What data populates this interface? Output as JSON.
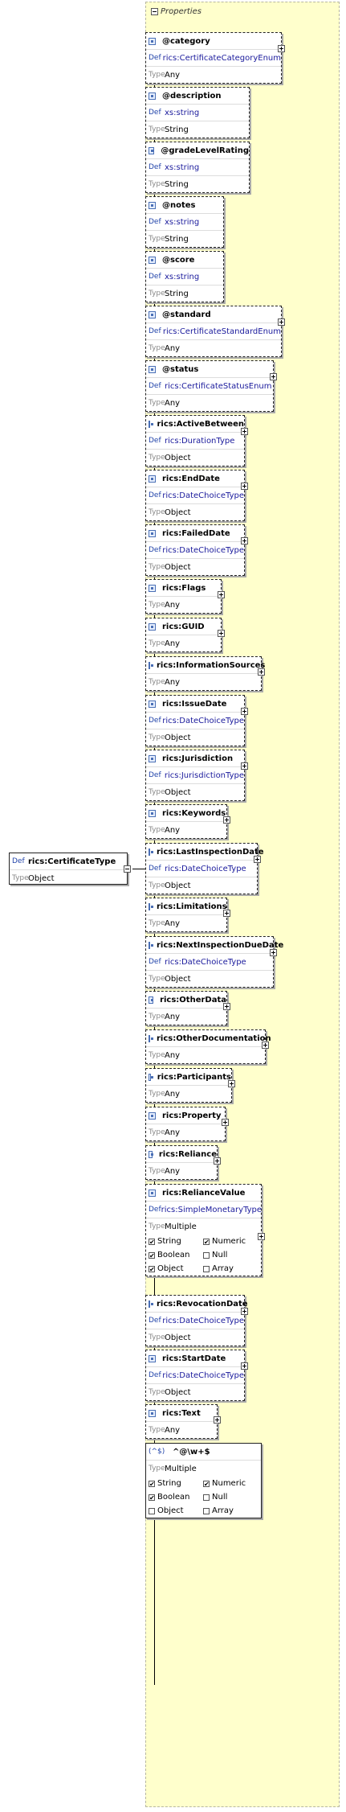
{
  "group": {
    "title": "Properties"
  },
  "root": {
    "def_tag": "Def",
    "name": "rics:CertificateType",
    "type_tag": "Type",
    "type": "Object"
  },
  "nodes": [
    {
      "name": "@category",
      "def": "rics:CertificateCategoryEnum",
      "type": "Any",
      "attr": true,
      "expand": true
    },
    {
      "name": "@description",
      "def": "xs:string",
      "type": "String",
      "attr": true
    },
    {
      "name": "@gradeLevelRating",
      "def": "xs:string",
      "type": "String",
      "attr": true
    },
    {
      "name": "@notes",
      "def": "xs:string",
      "type": "String",
      "attr": true
    },
    {
      "name": "@score",
      "def": "xs:string",
      "type": "String",
      "attr": true
    },
    {
      "name": "@standard",
      "def": "rics:CertificateStandardEnum",
      "type": "Any",
      "attr": true,
      "expand": true
    },
    {
      "name": "@status",
      "def": "rics:CertificateStatusEnum",
      "type": "Any",
      "attr": true,
      "expand": true
    },
    {
      "name": "rics:ActiveBetween",
      "def": "rics:DurationType",
      "type": "Object",
      "expand": true
    },
    {
      "name": "rics:EndDate",
      "def": "rics:DateChoiceType",
      "type": "Object",
      "expand": true
    },
    {
      "name": "rics:FailedDate",
      "def": "rics:DateChoiceType",
      "type": "Object",
      "expand": true
    },
    {
      "name": "rics:Flags",
      "type": "Any",
      "expand": true
    },
    {
      "name": "rics:GUID",
      "type": "Any",
      "expand": true
    },
    {
      "name": "rics:InformationSources",
      "type": "Any",
      "expand": true
    },
    {
      "name": "rics:IssueDate",
      "def": "rics:DateChoiceType",
      "type": "Object",
      "expand": true
    },
    {
      "name": "rics:Jurisdiction",
      "def": "rics:JurisdictionType",
      "type": "Object",
      "expand": true
    },
    {
      "name": "rics:Keywords",
      "type": "Any",
      "expand": true
    },
    {
      "name": "rics:LastInspectionDate",
      "def": "rics:DateChoiceType",
      "type": "Object",
      "expand": true
    },
    {
      "name": "rics:Limitations",
      "type": "Any",
      "expand": true
    },
    {
      "name": "rics:NextInspectionDueDate",
      "def": "rics:DateChoiceType",
      "type": "Object",
      "expand": true
    },
    {
      "name": "rics:OtherData",
      "type": "Any",
      "expand": true
    },
    {
      "name": "rics:OtherDocumentation",
      "type": "Any",
      "expand": true
    },
    {
      "name": "rics:Participants",
      "type": "Any",
      "expand": true
    },
    {
      "name": "rics:Property",
      "type": "Any",
      "expand": true
    },
    {
      "name": "rics:Reliance",
      "type": "Any",
      "expand": true
    },
    {
      "name": "rics:RelianceValue",
      "def": "rics:SimpleMonetaryType",
      "type": "Multiple",
      "expand": true,
      "checks": [
        [
          "String",
          true,
          "Numeric",
          true
        ],
        [
          "Boolean",
          true,
          "Null",
          false
        ],
        [
          "Object",
          true,
          "Array",
          false
        ]
      ]
    },
    {
      "name": "rics:RevocationDate",
      "def": "rics:DateChoiceType",
      "type": "Object",
      "expand": true
    },
    {
      "name": "rics:StartDate",
      "def": "rics:DateChoiceType",
      "type": "Object",
      "expand": true
    },
    {
      "name": "rics:Text",
      "type": "Any",
      "expand": true
    },
    {
      "name": "^@\\w+$",
      "pattern": "(^$)",
      "type": "Multiple",
      "solid": true,
      "checks": [
        [
          "String",
          true,
          "Numeric",
          true
        ],
        [
          "Boolean",
          true,
          "Null",
          false
        ],
        [
          "Object",
          false,
          "Array",
          false
        ]
      ]
    }
  ],
  "labels": {
    "def": "Def",
    "type": "Type",
    "check": "✔"
  }
}
